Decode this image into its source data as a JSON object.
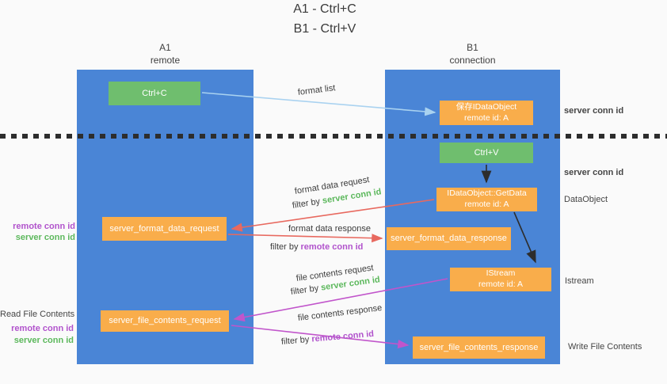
{
  "title": {
    "line1": "A1 - Ctrl+C",
    "line2": "B1 - Ctrl+V"
  },
  "columns": {
    "a1": {
      "name": "A1",
      "role": "remote"
    },
    "b1": {
      "name": "B1",
      "role": "connection"
    }
  },
  "nodes": {
    "ctrl_c": {
      "label": "Ctrl+C"
    },
    "save_idataobject": {
      "label": "保存IDataObject",
      "sub": "remote id: A"
    },
    "ctrl_v": {
      "label": "Ctrl+V"
    },
    "getdata": {
      "label": "IDataObject::GetData",
      "sub": "remote id: A"
    },
    "format_request": {
      "label": "server_format_data_request"
    },
    "format_response": {
      "label": "server_format_data_response"
    },
    "istream": {
      "label": "IStream",
      "sub": "remote id: A"
    },
    "file_request": {
      "label": "server_file_contents_request"
    },
    "file_response": {
      "label": "server_file_contents_response"
    }
  },
  "edge_labels": {
    "format_list": "format list",
    "format_data_request": "format data request",
    "format_data_response": "format data response",
    "file_contents_request": "file contents request",
    "file_contents_response": "file contents response",
    "filter_by": "filter by",
    "server_conn_id": "server conn id",
    "remote_conn_id": "remote conn id"
  },
  "side_labels": {
    "left_mid_remote": "remote conn id",
    "left_mid_server": "server conn id",
    "read_file_contents": "Read File Contents",
    "left_bottom_remote": "remote conn id",
    "left_bottom_server": "server conn id",
    "right_server_conn_top": "server conn id",
    "right_server_conn_mid": "server conn id",
    "dataobject": "DataObject",
    "istream": "Istream",
    "write_file_contents": "Write File Contents"
  },
  "colors": {
    "background": "#fafafa",
    "column_blue": "#4a85d6",
    "box_green": "#6fbe6e",
    "box_orange": "#f9ad4b",
    "green_text": "#5cb85c",
    "purple_text": "#b153cc",
    "salmon_arrow": "#e8695f",
    "magenta_arrow": "#c155cb",
    "lightblue_arrow": "#a9d2f0",
    "black_arrow": "#2d2d2d"
  }
}
